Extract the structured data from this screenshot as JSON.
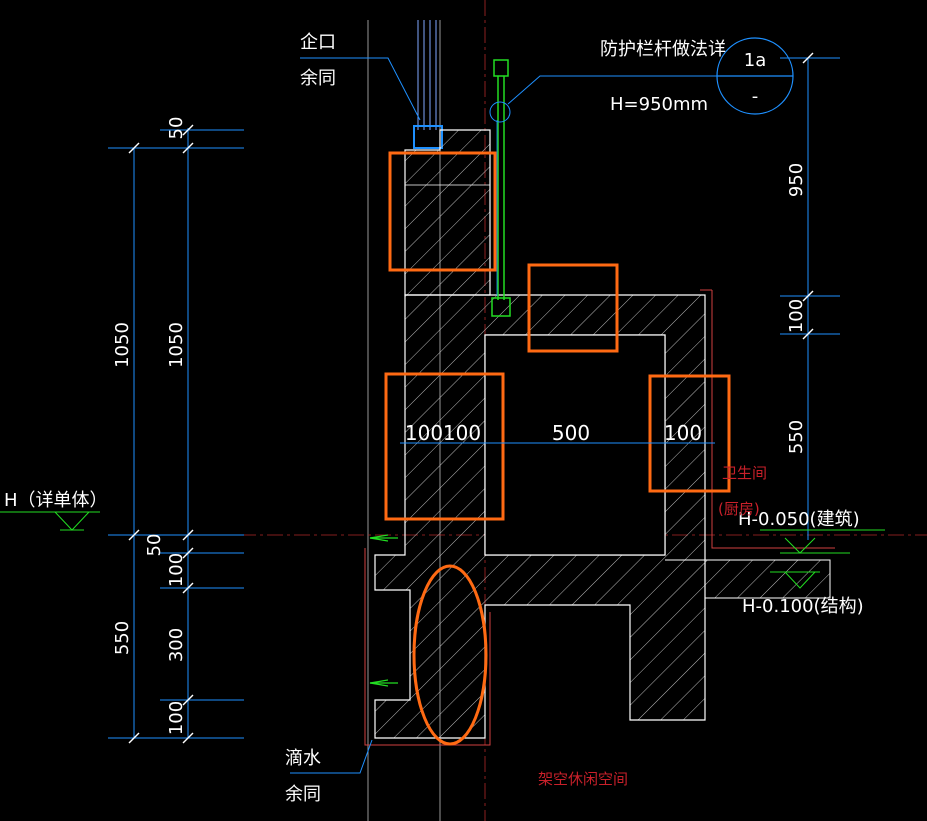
{
  "colors": {
    "background": "#000000",
    "dim_line": "#1e90ff",
    "concrete_outline": "#ffffff",
    "slab_edge": "#d04040",
    "highlight": "#ff6a13",
    "railing": "#22dd22",
    "center_line": "#b02828",
    "red_text": "#c8202a",
    "label_text": "#ffffff"
  },
  "top_left_note": {
    "line1": "企口",
    "line2": "余同"
  },
  "railing_note": {
    "title": "防护栏杆做法详",
    "height": "H=950mm"
  },
  "detail_symbol": {
    "top": "1a",
    "bottom": "-"
  },
  "left_dims_outer": [
    "1050",
    "550"
  ],
  "left_dims_inner": [
    "50",
    "1050",
    "50",
    "100",
    "300",
    "100"
  ],
  "right_dims": [
    "950",
    "100",
    "550"
  ],
  "horizontal_dims": {
    "a": "100",
    "b": "100",
    "c": "500",
    "d": "100"
  },
  "level_left": "H（详单体）",
  "level_arch": "H-0.050(建筑)",
  "level_struct": "H-0.100(结构)",
  "room_label": "卫生间",
  "room_sub": "(厨房)",
  "bottom_note": {
    "line1": "滴水",
    "line2": "余同"
  },
  "space_label": "架空休闲空间"
}
